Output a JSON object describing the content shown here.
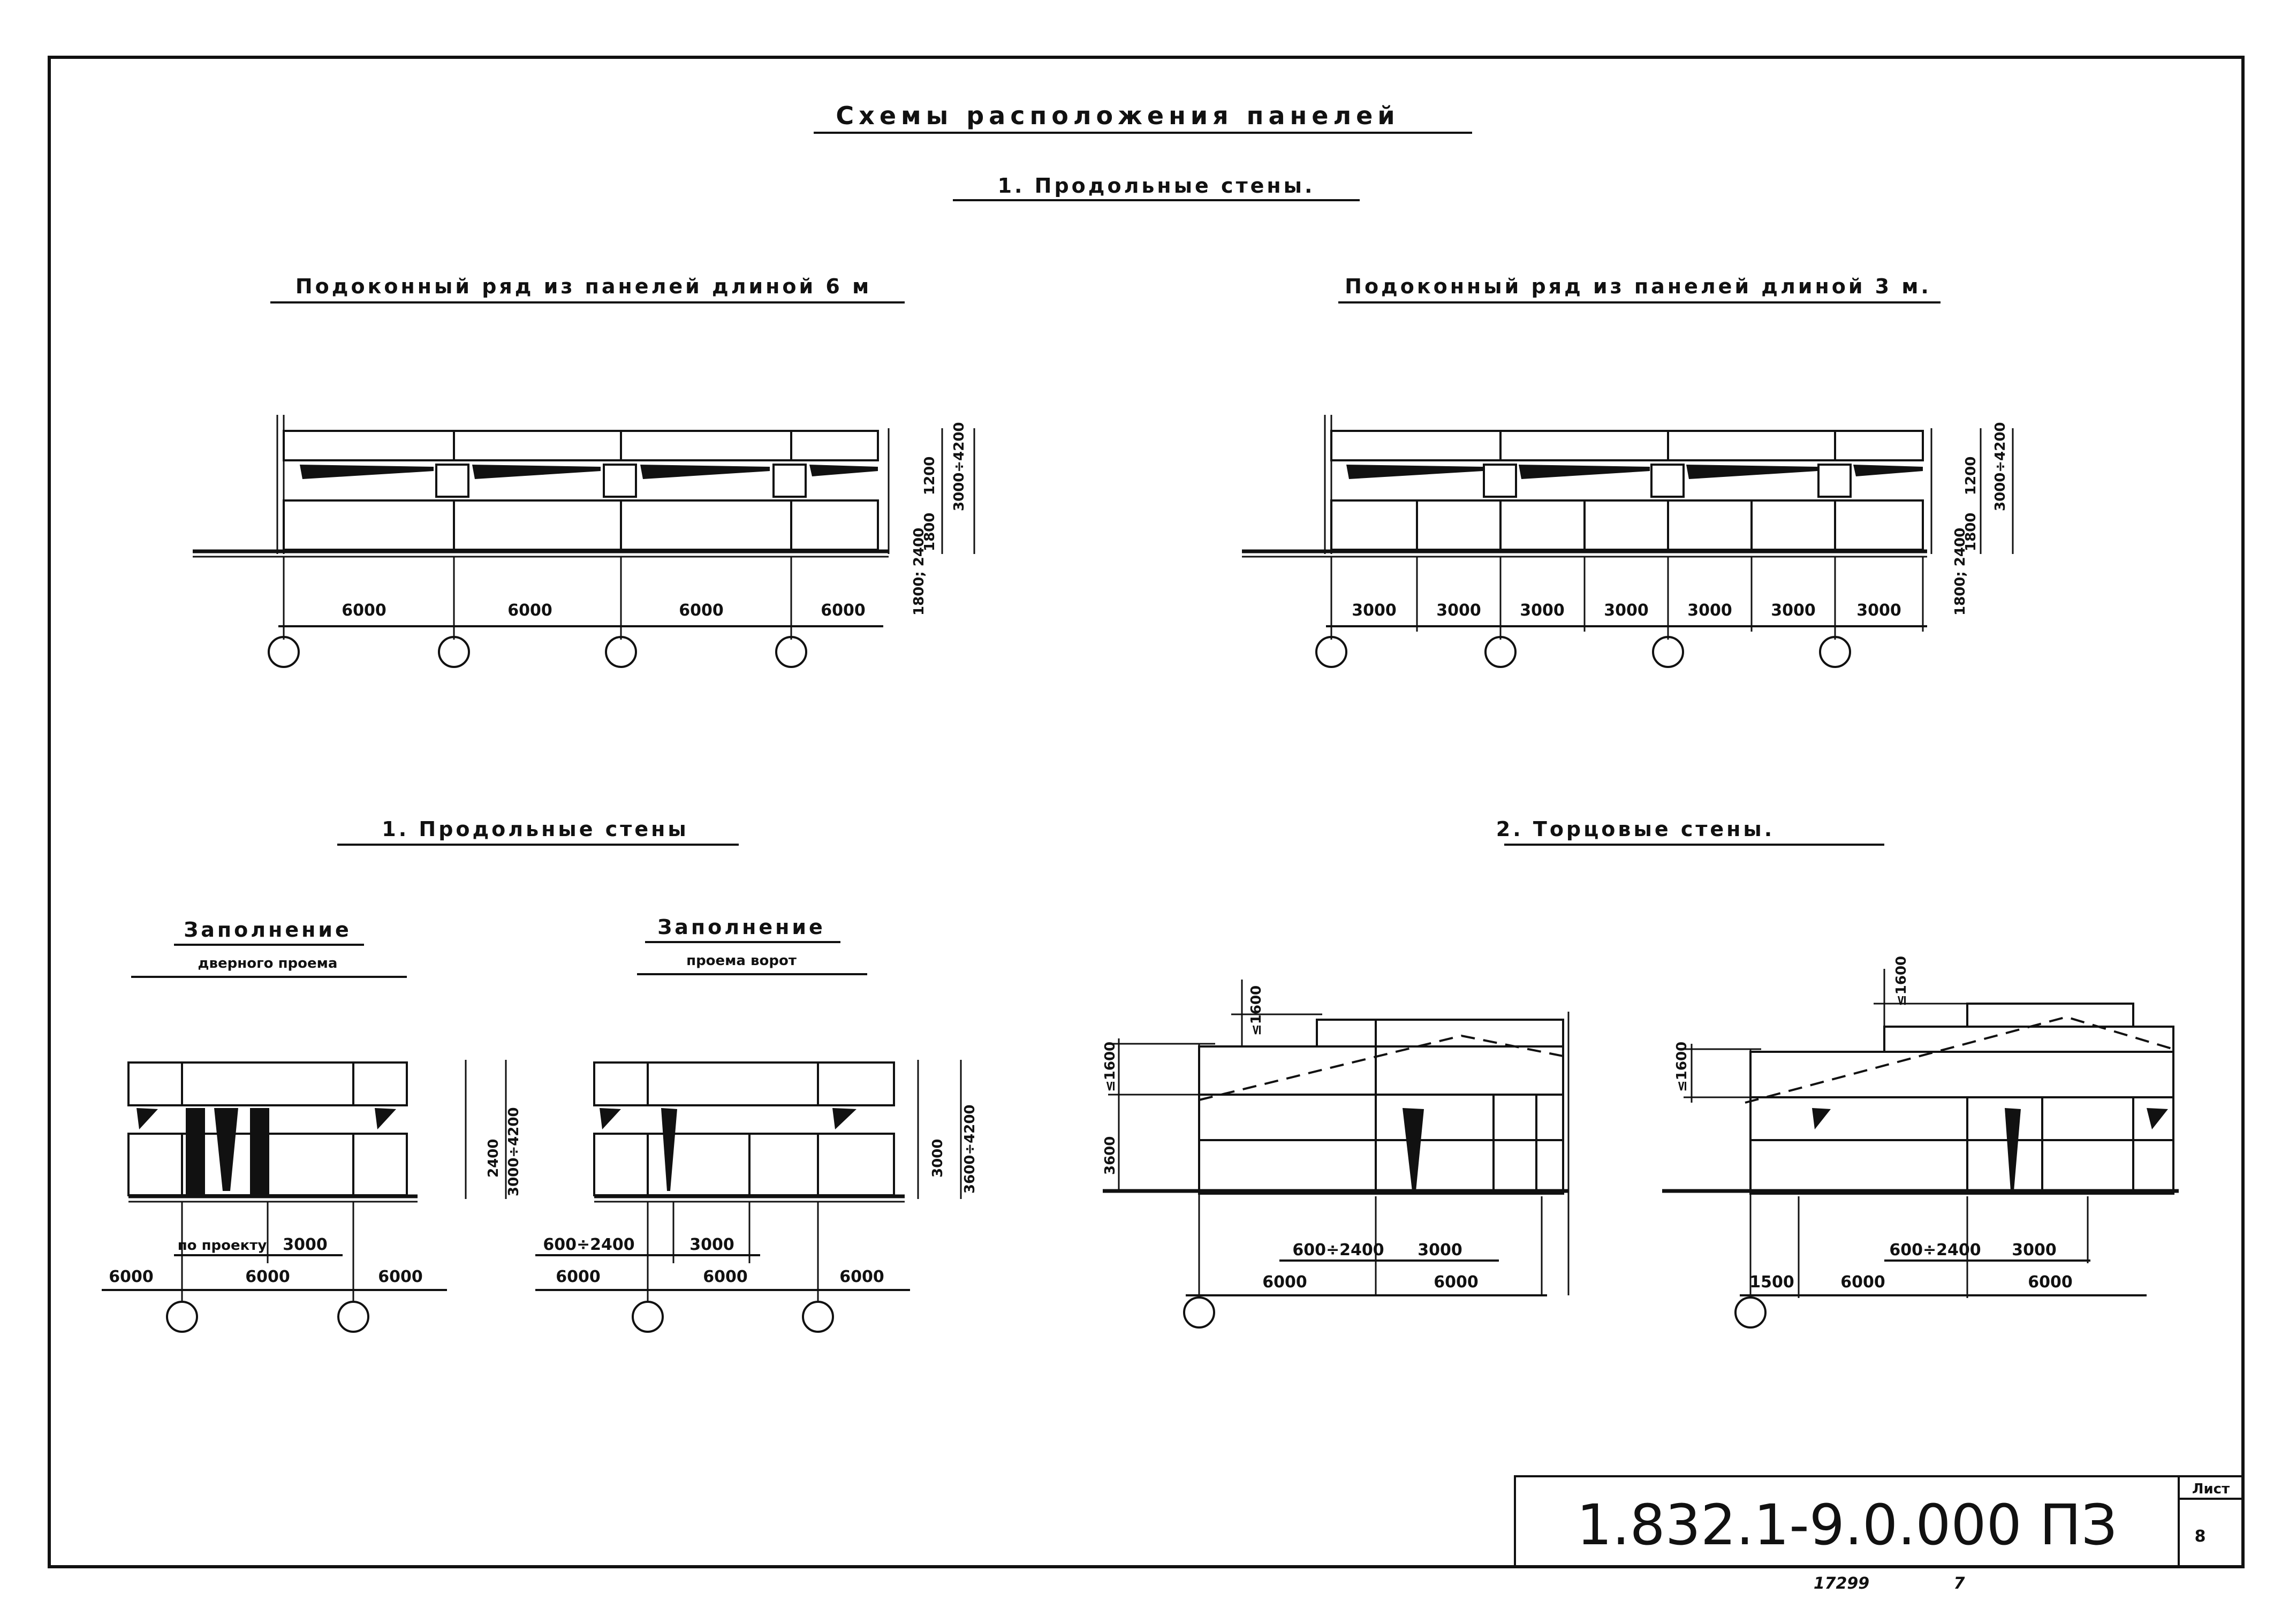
{
  "title": "Схемы расположения панелей",
  "section_1_top": "1. Продольные стены.",
  "diagrams": {
    "top_left": {
      "caption": "Подоконный ряд из панелей длиной 6 м",
      "spans": [
        "6000",
        "6000",
        "6000",
        "6000"
      ],
      "height_labels": [
        "3000÷4200",
        "1200",
        "1800",
        "1800; 2400"
      ]
    },
    "top_right": {
      "caption": "Подоконный ряд из панелей длиной 3 м.",
      "spans": [
        "3000",
        "3000",
        "3000",
        "3000",
        "3000",
        "3000",
        "3000"
      ],
      "height_labels": [
        "3000÷4200",
        "1200",
        "1800",
        "1800; 2400"
      ]
    },
    "section_1_bottom": "1. Продольные стены",
    "section_2_bottom": "2. Торцовые стены.",
    "door": {
      "caption_line1": "Заполнение",
      "caption_line2": "дверного проема",
      "labels": [
        "3000",
        "6000",
        "6000",
        "6000",
        "2400",
        "3000÷4200",
        "по проекту"
      ]
    },
    "gate": {
      "caption_line1": "Заполнение",
      "caption_line2": "проема ворот",
      "labels": [
        "600÷2400",
        "3000",
        "6000",
        "6000",
        "6000",
        "3000",
        "3600÷4200"
      ]
    },
    "end_wall_1": {
      "labels": [
        "≤1600",
        "≤1600",
        "3600",
        "600÷2400",
        "3000",
        "6000",
        "6000"
      ]
    },
    "end_wall_2": {
      "labels": [
        "≤1600",
        "≤1600",
        "600÷2400",
        "3000",
        "1500",
        "6000",
        "6000"
      ]
    }
  },
  "stamp": {
    "designation": "1.832.1-9.0.000 ПЗ",
    "sheet_label": "Лист",
    "sheet_number": "8"
  },
  "footer": {
    "inventory_number": "17299",
    "page": "7"
  }
}
